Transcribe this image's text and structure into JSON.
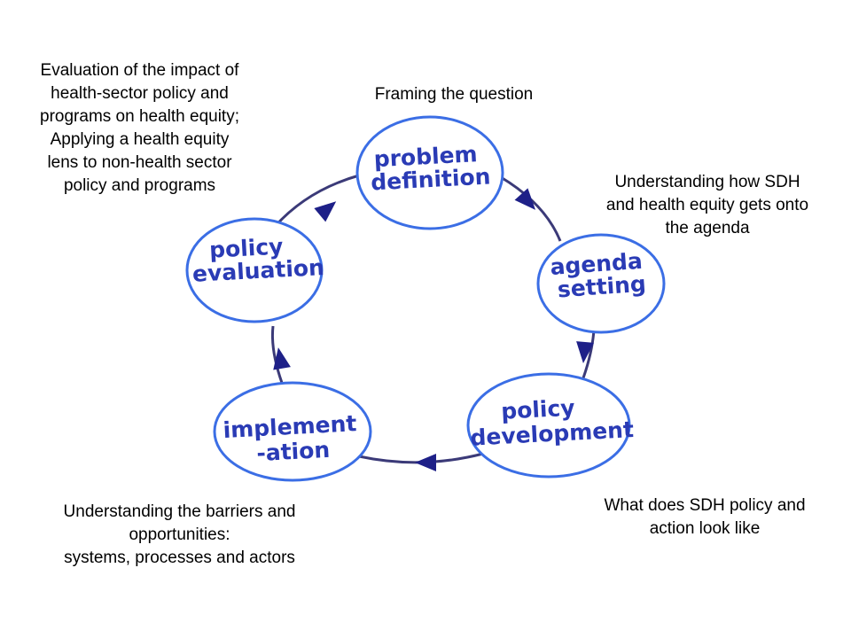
{
  "colors": {
    "node_fill": "#ffffff",
    "node_stroke": "#3b6ee5",
    "node_text": "#2a3bb5",
    "connector": "#3b3a78",
    "arrow": "#1e2088",
    "annotation_text": "#000000"
  },
  "nodes": {
    "problem_definition": {
      "lines": [
        "problem",
        "definition"
      ]
    },
    "agenda_setting": {
      "lines": [
        "agenda",
        "setting"
      ]
    },
    "policy_development": {
      "lines": [
        "policy",
        "development"
      ]
    },
    "implementation": {
      "lines": [
        "implement",
        "-ation"
      ]
    },
    "policy_evaluation": {
      "lines": [
        "policy",
        "evaluation"
      ]
    }
  },
  "annotations": {
    "framing": {
      "lines": [
        "Framing the question"
      ]
    },
    "agenda": {
      "lines": [
        "Understanding how SDH",
        "and health equity gets onto",
        "the agenda"
      ]
    },
    "development": {
      "lines": [
        "What does SDH policy and",
        "action look like"
      ]
    },
    "implementation": {
      "lines": [
        "Understanding the barriers and",
        "opportunities:",
        "systems, processes and actors"
      ]
    },
    "evaluation": {
      "lines": [
        "Evaluation of the impact of",
        "health-sector policy and",
        "programs on health equity;",
        "Applying a health equity",
        "lens to non-health sector",
        "policy and programs"
      ]
    }
  }
}
